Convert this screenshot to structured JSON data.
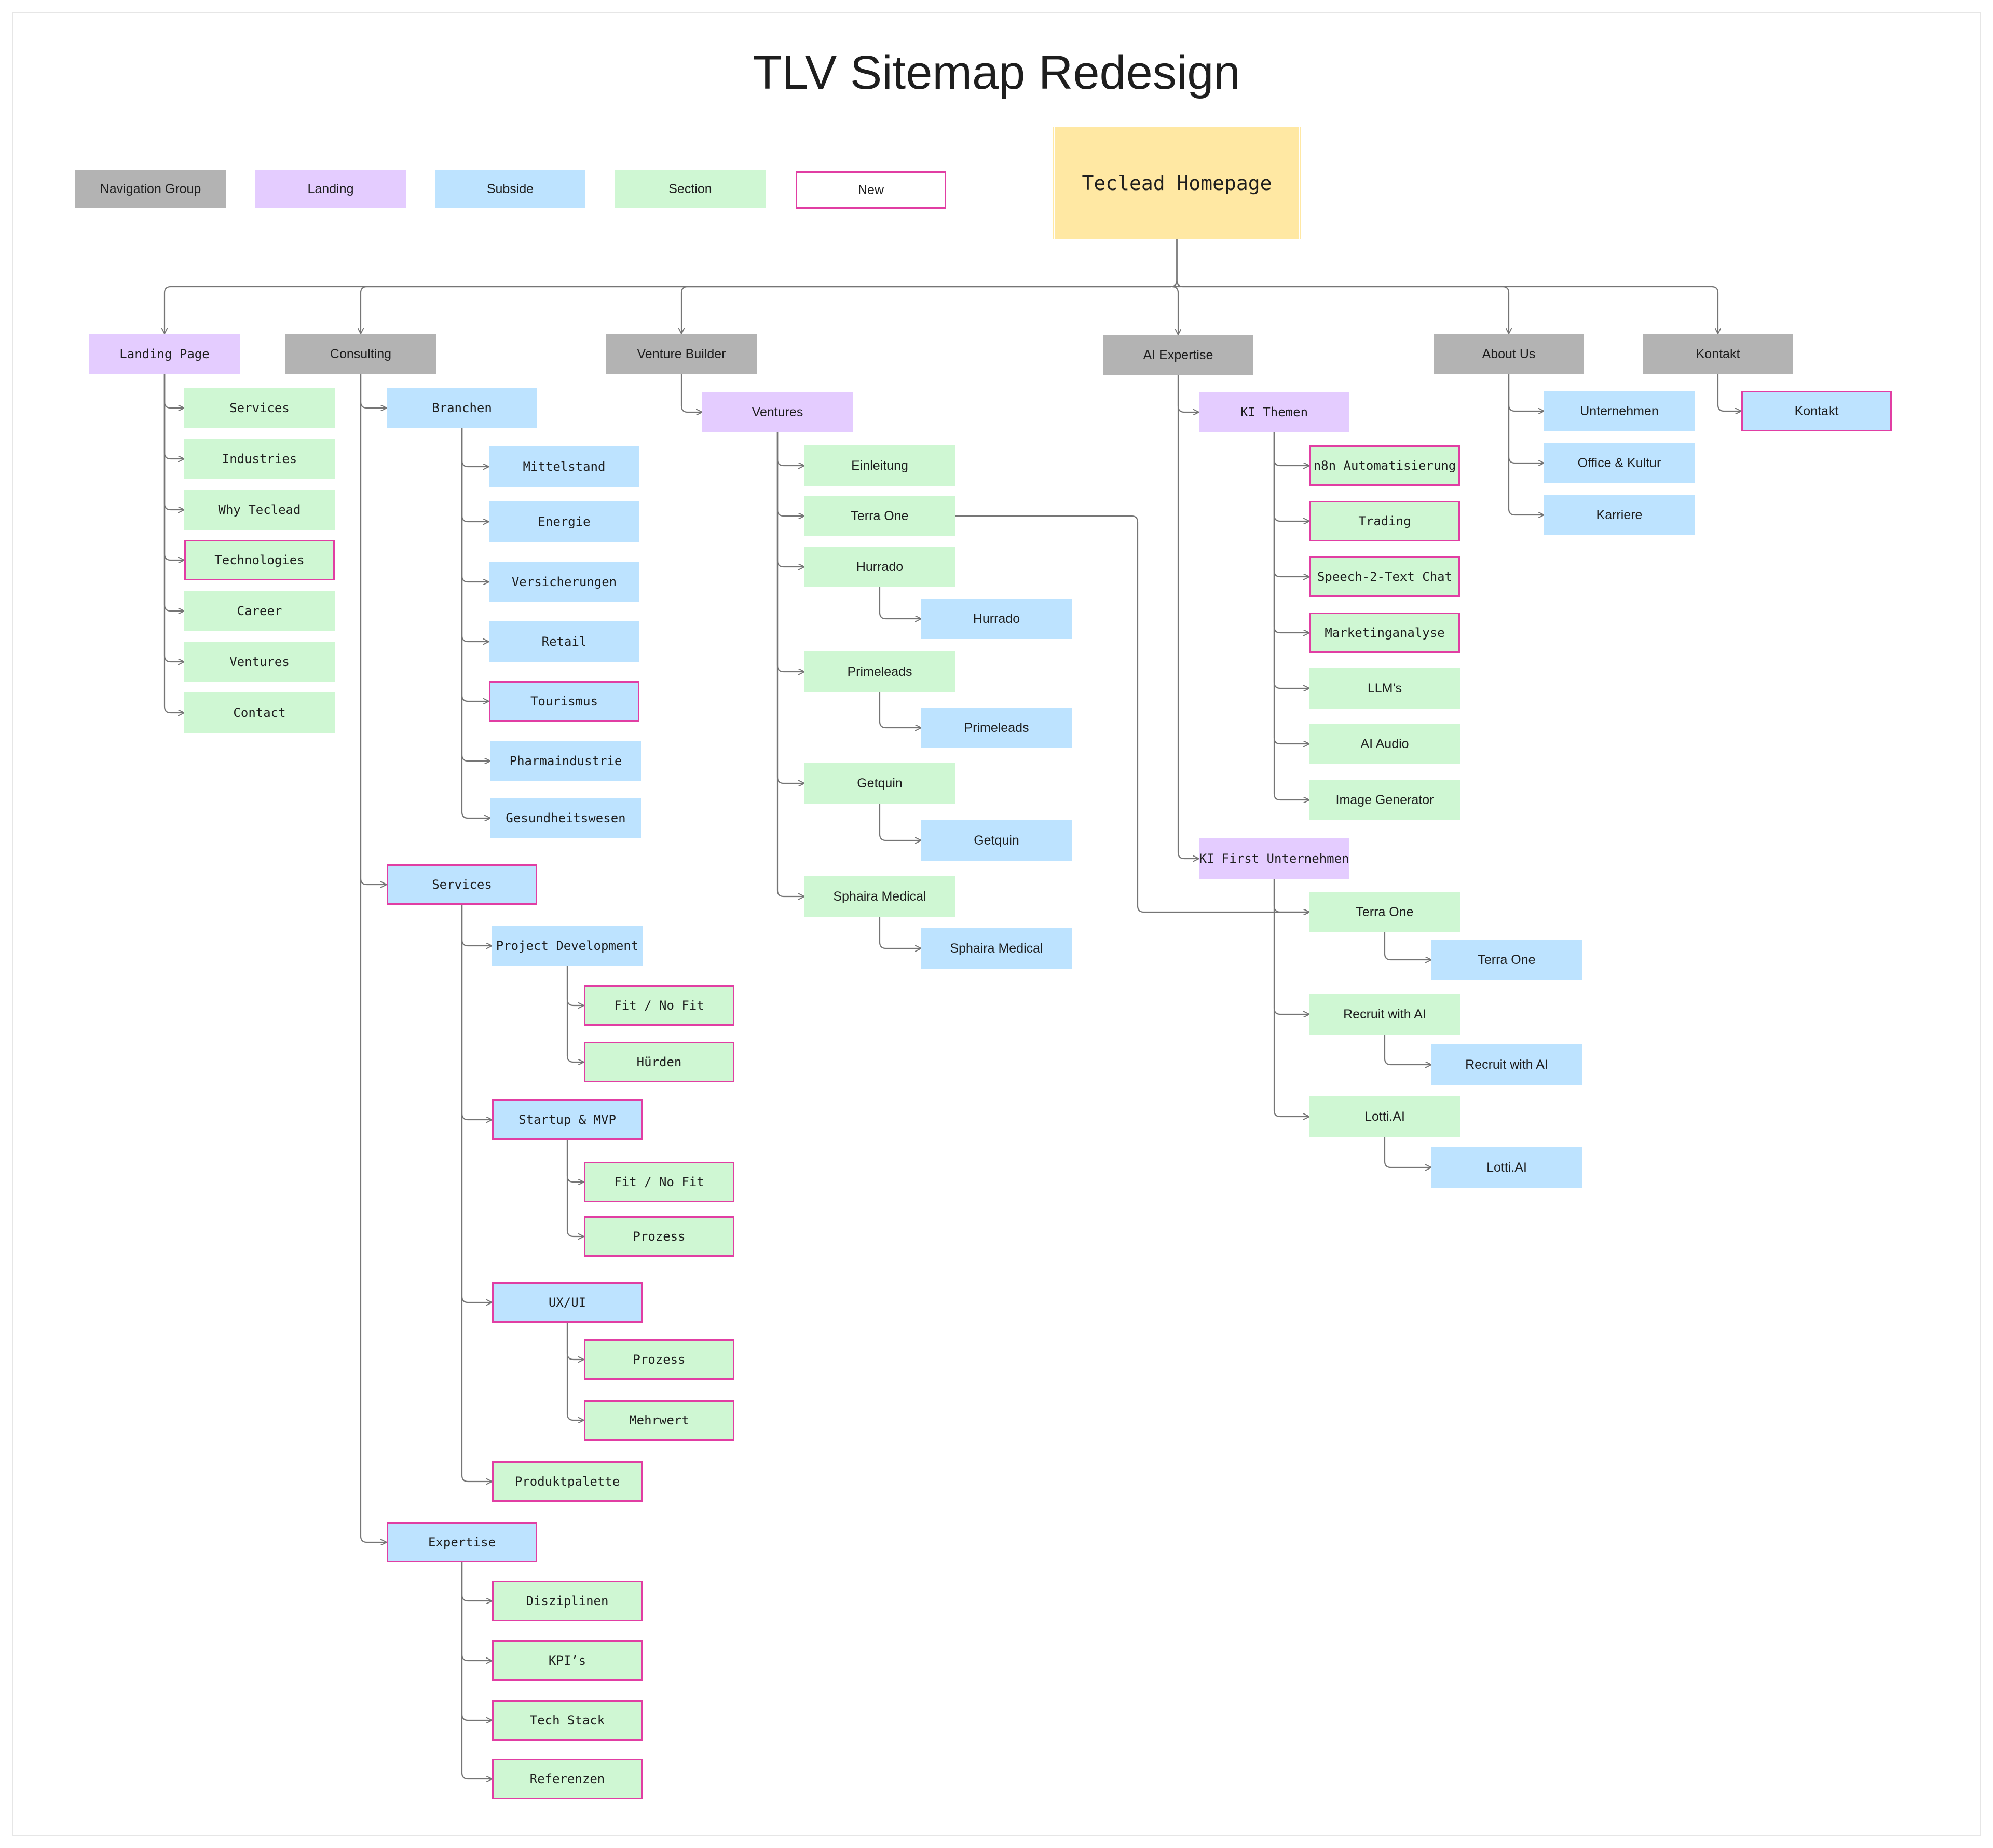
{
  "title": "TLV Sitemap Redesign",
  "colors": {
    "navigation_group": "#b3b3b3",
    "landing": "#e4ccff",
    "subside": "#bde3ff",
    "section": "#cff7d3",
    "new_border": "#e13ea3",
    "homepage": "#ffe8a3",
    "connector": "#757575"
  },
  "legend": [
    {
      "id": "legend-navigation-group",
      "label": "Navigation Group",
      "type": "nav"
    },
    {
      "id": "legend-landing",
      "label": "Landing",
      "type": "landing"
    },
    {
      "id": "legend-subside",
      "label": "Subside",
      "type": "subside"
    },
    {
      "id": "legend-section",
      "label": "Section",
      "type": "section"
    },
    {
      "id": "legend-new",
      "label": "New",
      "type": "newlegend",
      "is_new": true
    }
  ],
  "nodes": [
    {
      "id": "home",
      "label": "Teclead Homepage",
      "type": "home",
      "mono": true
    },
    {
      "id": "landing-page",
      "label": "Landing Page",
      "type": "landing",
      "mono": true
    },
    {
      "id": "lp-services",
      "label": "Services",
      "type": "section",
      "mono": true
    },
    {
      "id": "lp-industries",
      "label": "Industries",
      "type": "section",
      "mono": true
    },
    {
      "id": "lp-why",
      "label": "Why Teclead",
      "type": "section",
      "mono": true
    },
    {
      "id": "lp-tech",
      "label": "Technologies",
      "type": "section",
      "mono": true,
      "is_new": true
    },
    {
      "id": "lp-career",
      "label": "Career",
      "type": "section",
      "mono": true
    },
    {
      "id": "lp-ventures",
      "label": "Ventures",
      "type": "section",
      "mono": true
    },
    {
      "id": "lp-contact",
      "label": "Contact",
      "type": "section",
      "mono": true
    },
    {
      "id": "consulting",
      "label": "Consulting",
      "type": "nav"
    },
    {
      "id": "branchen",
      "label": "Branchen",
      "type": "subside",
      "mono": true
    },
    {
      "id": "mittelstand",
      "label": "Mittelstand",
      "type": "subside",
      "mono": true
    },
    {
      "id": "energie",
      "label": "Energie",
      "type": "subside",
      "mono": true
    },
    {
      "id": "versicherungen",
      "label": "Versicherungen",
      "type": "subside",
      "mono": true
    },
    {
      "id": "retail",
      "label": "Retail",
      "type": "subside",
      "mono": true
    },
    {
      "id": "tourismus",
      "label": "Tourismus",
      "type": "subside",
      "mono": true,
      "is_new": true
    },
    {
      "id": "pharma",
      "label": "Pharmaindustrie",
      "type": "subside",
      "mono": true
    },
    {
      "id": "gesundheit",
      "label": "Gesundheitswesen",
      "type": "subside",
      "mono": true
    },
    {
      "id": "services",
      "label": "Services",
      "type": "subside",
      "mono": true,
      "is_new": true
    },
    {
      "id": "projdev",
      "label": "Project Development",
      "type": "subside",
      "mono": true
    },
    {
      "id": "pd-fit",
      "label": "Fit / No Fit",
      "type": "section",
      "mono": true,
      "is_new": true
    },
    {
      "id": "pd-huerden",
      "label": "Hürden",
      "type": "section",
      "mono": true,
      "is_new": true
    },
    {
      "id": "startup",
      "label": "Startup & MVP",
      "type": "subside",
      "mono": true,
      "is_new": true
    },
    {
      "id": "su-fit",
      "label": "Fit / No Fit",
      "type": "section",
      "mono": true,
      "is_new": true
    },
    {
      "id": "su-prozess",
      "label": "Prozess",
      "type": "section",
      "mono": true,
      "is_new": true
    },
    {
      "id": "uxui",
      "label": "UX/UI",
      "type": "subside",
      "mono": true,
      "is_new": true
    },
    {
      "id": "ux-prozess",
      "label": "Prozess",
      "type": "section",
      "mono": true,
      "is_new": true
    },
    {
      "id": "ux-mehrwert",
      "label": "Mehrwert",
      "type": "section",
      "mono": true,
      "is_new": true
    },
    {
      "id": "produktpalette",
      "label": "Produktpalette",
      "type": "section",
      "mono": true,
      "is_new": true
    },
    {
      "id": "expertise",
      "label": "Expertise",
      "type": "subside",
      "mono": true,
      "is_new": true
    },
    {
      "id": "disziplinen",
      "label": "Disziplinen",
      "type": "section",
      "mono": true,
      "is_new": true
    },
    {
      "id": "kpis",
      "label": "KPI’s",
      "type": "section",
      "mono": true,
      "is_new": true
    },
    {
      "id": "techstack",
      "label": "Tech Stack",
      "type": "section",
      "mono": true,
      "is_new": true
    },
    {
      "id": "referenzen",
      "label": "Referenzen",
      "type": "section",
      "mono": true,
      "is_new": true
    },
    {
      "id": "venture-builder",
      "label": "Venture Builder",
      "type": "nav"
    },
    {
      "id": "ventures",
      "label": "Ventures",
      "type": "landing"
    },
    {
      "id": "einleitung",
      "label": "Einleitung",
      "type": "section"
    },
    {
      "id": "vb-terra",
      "label": "Terra One",
      "type": "section"
    },
    {
      "id": "vb-hurrado",
      "label": "Hurrado",
      "type": "section"
    },
    {
      "id": "vb-hurrado-sub",
      "label": "Hurrado",
      "type": "subside"
    },
    {
      "id": "vb-primeleads",
      "label": "Primeleads",
      "type": "section"
    },
    {
      "id": "vb-primeleads-sub",
      "label": "Primeleads",
      "type": "subside"
    },
    {
      "id": "vb-getquin",
      "label": "Getquin",
      "type": "section"
    },
    {
      "id": "vb-getquin-sub",
      "label": "Getquin",
      "type": "subside"
    },
    {
      "id": "vb-sphaira",
      "label": "Sphaira Medical",
      "type": "section"
    },
    {
      "id": "vb-sphaira-sub",
      "label": "Sphaira Medical",
      "type": "subside"
    },
    {
      "id": "ai-expertise",
      "label": "AI Expertise",
      "type": "nav"
    },
    {
      "id": "ki-themen",
      "label": "KI Themen",
      "type": "landing",
      "mono": true
    },
    {
      "id": "n8n",
      "label": "n8n Automatisierung",
      "type": "section",
      "mono": true,
      "is_new": true
    },
    {
      "id": "trading",
      "label": "Trading",
      "type": "section",
      "mono": true,
      "is_new": true
    },
    {
      "id": "speech",
      "label": "Speech-2-Text Chat",
      "type": "section",
      "mono": true,
      "is_new": true
    },
    {
      "id": "marketing",
      "label": "Marketinganalyse",
      "type": "section",
      "mono": true,
      "is_new": true
    },
    {
      "id": "llms",
      "label": "LLM’s",
      "type": "section"
    },
    {
      "id": "aiaudio",
      "label": "AI Audio",
      "type": "section"
    },
    {
      "id": "imagegen",
      "label": "Image Generator",
      "type": "section"
    },
    {
      "id": "ki-first",
      "label": "KI First Unternehmen",
      "type": "landing",
      "mono": true
    },
    {
      "id": "ai-terra",
      "label": "Terra One",
      "type": "section"
    },
    {
      "id": "ai-terra-sub",
      "label": "Terra One",
      "type": "subside"
    },
    {
      "id": "ai-recruit",
      "label": "Recruit with AI",
      "type": "section"
    },
    {
      "id": "ai-recruit-sub",
      "label": "Recruit with AI",
      "type": "subside"
    },
    {
      "id": "ai-lotti",
      "label": "Lotti.AI",
      "type": "section"
    },
    {
      "id": "ai-lotti-sub",
      "label": "Lotti.AI",
      "type": "subside"
    },
    {
      "id": "about-us",
      "label": "About Us",
      "type": "nav"
    },
    {
      "id": "unternehmen",
      "label": "Unternehmen",
      "type": "subside"
    },
    {
      "id": "office",
      "label": "Office & Kultur",
      "type": "subside"
    },
    {
      "id": "karriere",
      "label": "Karriere",
      "type": "subside"
    },
    {
      "id": "kontakt-nav",
      "label": "Kontakt",
      "type": "nav"
    },
    {
      "id": "kontakt",
      "label": "Kontakt",
      "type": "subside",
      "is_new": true
    }
  ],
  "edges": [
    [
      "home",
      "landing-page"
    ],
    [
      "home",
      "consulting"
    ],
    [
      "home",
      "venture-builder"
    ],
    [
      "home",
      "ai-expertise"
    ],
    [
      "home",
      "about-us"
    ],
    [
      "home",
      "kontakt-nav"
    ],
    [
      "landing-page",
      "lp-services"
    ],
    [
      "landing-page",
      "lp-industries"
    ],
    [
      "landing-page",
      "lp-why"
    ],
    [
      "landing-page",
      "lp-tech"
    ],
    [
      "landing-page",
      "lp-career"
    ],
    [
      "landing-page",
      "lp-ventures"
    ],
    [
      "landing-page",
      "lp-contact"
    ],
    [
      "consulting",
      "branchen"
    ],
    [
      "consulting",
      "services"
    ],
    [
      "consulting",
      "expertise"
    ],
    [
      "branchen",
      "mittelstand"
    ],
    [
      "branchen",
      "energie"
    ],
    [
      "branchen",
      "versicherungen"
    ],
    [
      "branchen",
      "retail"
    ],
    [
      "branchen",
      "tourismus"
    ],
    [
      "branchen",
      "pharma"
    ],
    [
      "branchen",
      "gesundheit"
    ],
    [
      "services",
      "projdev"
    ],
    [
      "services",
      "startup"
    ],
    [
      "services",
      "uxui"
    ],
    [
      "services",
      "produktpalette"
    ],
    [
      "projdev",
      "pd-fit"
    ],
    [
      "projdev",
      "pd-huerden"
    ],
    [
      "startup",
      "su-fit"
    ],
    [
      "startup",
      "su-prozess"
    ],
    [
      "uxui",
      "ux-prozess"
    ],
    [
      "uxui",
      "ux-mehrwert"
    ],
    [
      "expertise",
      "disziplinen"
    ],
    [
      "expertise",
      "kpis"
    ],
    [
      "expertise",
      "techstack"
    ],
    [
      "expertise",
      "referenzen"
    ],
    [
      "venture-builder",
      "ventures"
    ],
    [
      "ventures",
      "einleitung"
    ],
    [
      "ventures",
      "vb-terra"
    ],
    [
      "ventures",
      "vb-hurrado"
    ],
    [
      "ventures",
      "vb-primeleads"
    ],
    [
      "ventures",
      "vb-getquin"
    ],
    [
      "ventures",
      "vb-sphaira"
    ],
    [
      "vb-hurrado",
      "vb-hurrado-sub"
    ],
    [
      "vb-primeleads",
      "vb-primeleads-sub"
    ],
    [
      "vb-getquin",
      "vb-getquin-sub"
    ],
    [
      "vb-sphaira",
      "vb-sphaira-sub"
    ],
    [
      "ai-expertise",
      "ki-themen"
    ],
    [
      "ai-expertise",
      "ki-first"
    ],
    [
      "ki-themen",
      "n8n"
    ],
    [
      "ki-themen",
      "trading"
    ],
    [
      "ki-themen",
      "speech"
    ],
    [
      "ki-themen",
      "marketing"
    ],
    [
      "ki-themen",
      "llms"
    ],
    [
      "ki-themen",
      "aiaudio"
    ],
    [
      "ki-themen",
      "imagegen"
    ],
    [
      "ki-first",
      "ai-terra"
    ],
    [
      "ki-first",
      "ai-recruit"
    ],
    [
      "ki-first",
      "ai-lotti"
    ],
    [
      "ai-terra",
      "ai-terra-sub"
    ],
    [
      "ai-recruit",
      "ai-recruit-sub"
    ],
    [
      "ai-lotti",
      "ai-lotti-sub"
    ],
    [
      "vb-terra",
      "ai-terra"
    ],
    [
      "about-us",
      "unternehmen"
    ],
    [
      "about-us",
      "office"
    ],
    [
      "about-us",
      "karriere"
    ],
    [
      "kontakt-nav",
      "kontakt"
    ]
  ]
}
